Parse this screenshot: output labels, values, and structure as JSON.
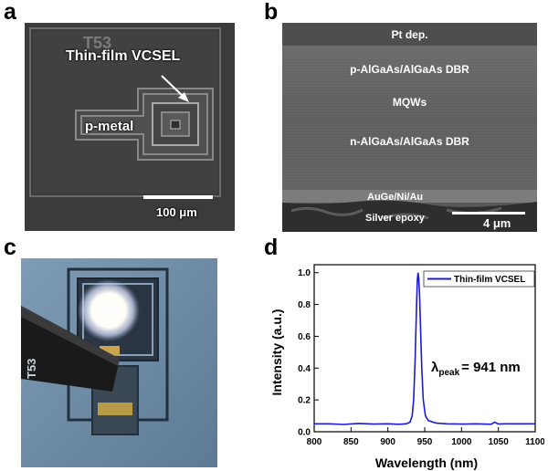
{
  "figure": {
    "panel_letters": [
      "a",
      "b",
      "c",
      "d"
    ],
    "panel_a": {
      "stamp_text": "T53",
      "callout_label": "Thin-film VCSEL",
      "pmetal_label": "p-metal",
      "scale_bar_label": "100 μm"
    },
    "panel_b": {
      "layers": {
        "pt": "Pt dep.",
        "pdbr": "p-AlGaAs/AlGaAs DBR",
        "mqw": "MQWs",
        "ndbr": "n-AlGaAs/AlGaAs DBR",
        "contact": "AuGe/Ni/Au",
        "epoxy": "Silver epoxy"
      },
      "scale_bar_label": "4 μm"
    },
    "panel_c": {
      "side_text": "T53"
    }
  },
  "chart_data": {
    "type": "line",
    "xlabel": "Wavelength (nm)",
    "ylabel": "Intensity (a.u.)",
    "xlim": [
      800,
      1100
    ],
    "ylim": [
      0.0,
      1.05
    ],
    "xticks": [
      800,
      850,
      900,
      950,
      1000,
      1050,
      1100
    ],
    "yticks": [
      0.0,
      0.2,
      0.4,
      0.6,
      0.8,
      1.0
    ],
    "xtick_labels": [
      "800",
      "850",
      "900",
      "950",
      "1000",
      "1050",
      "1100"
    ],
    "ytick_labels": [
      "0.0",
      "0.2",
      "0.4",
      "0.6",
      "0.8",
      "1.0"
    ],
    "legend": "top-right",
    "grid": false,
    "annotation": {
      "symbol": "λ",
      "subscript": "peak",
      "text": "= 941 nm"
    },
    "series": [
      {
        "name": "Thin-film VCSEL",
        "color": "#1c1cd6",
        "x": [
          800,
          820,
          840,
          860,
          880,
          900,
          915,
          925,
          930,
          933,
          935,
          937,
          939,
          940,
          941,
          942,
          943,
          944,
          946,
          948,
          951,
          955,
          965,
          980,
          1000,
          1020,
          1040,
          1045,
          1050,
          1060,
          1080,
          1100
        ],
        "y": [
          0.05,
          0.05,
          0.046,
          0.052,
          0.048,
          0.05,
          0.047,
          0.05,
          0.06,
          0.1,
          0.2,
          0.45,
          0.8,
          0.95,
          1.0,
          0.96,
          0.86,
          0.7,
          0.4,
          0.2,
          0.1,
          0.07,
          0.055,
          0.05,
          0.048,
          0.05,
          0.047,
          0.06,
          0.048,
          0.05,
          0.05,
          0.05
        ]
      }
    ]
  }
}
